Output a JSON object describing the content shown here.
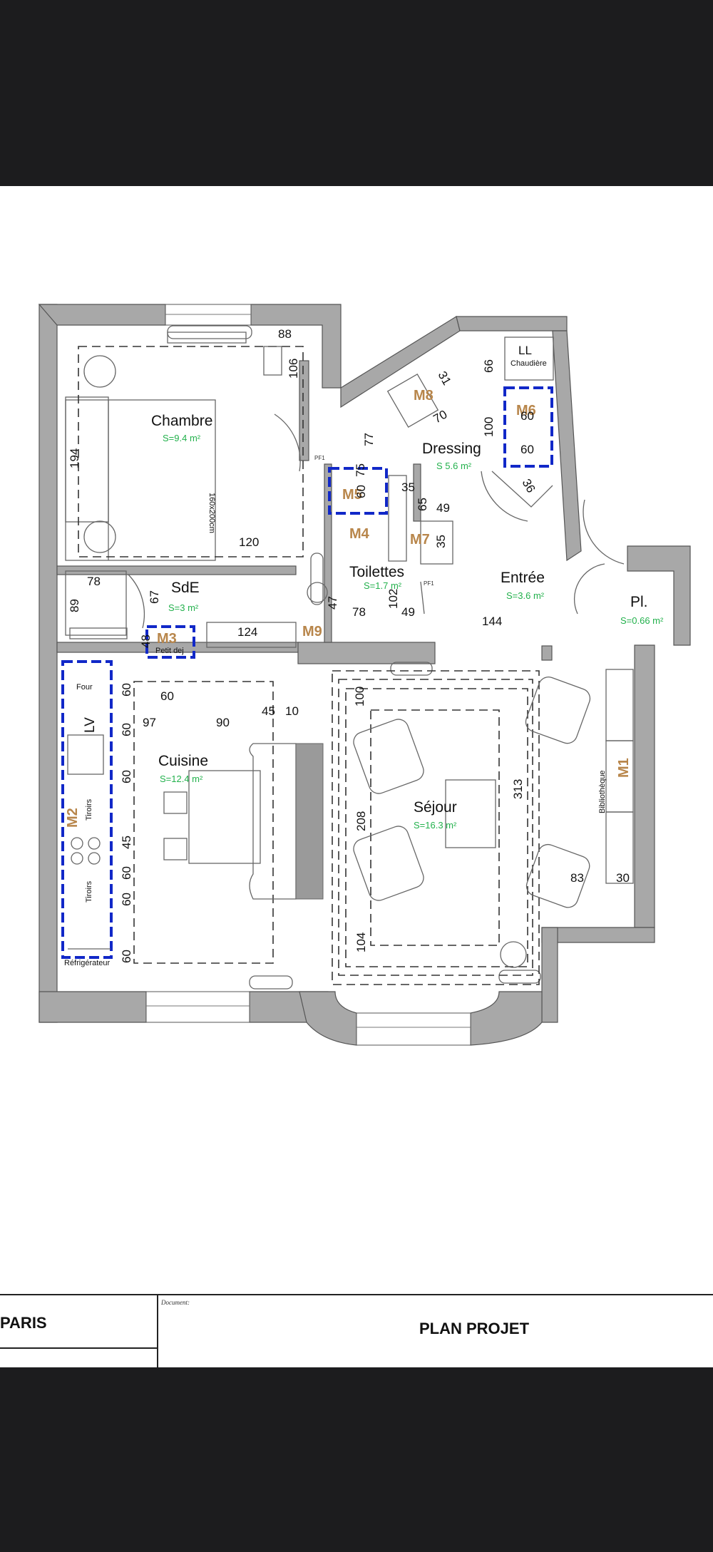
{
  "rooms": {
    "chambre": {
      "name": "Chambre",
      "area": "S=9.4 m²"
    },
    "sde": {
      "name": "SdE",
      "area": "S=3 m²"
    },
    "dressing": {
      "name": "Dressing",
      "area": "S 5.6 m²"
    },
    "toilettes": {
      "name": "Toilettes",
      "area": "S=1.7 m²"
    },
    "entree": {
      "name": "Entrée",
      "area": "S=3.6 m²"
    },
    "placard": {
      "name": "Pl.",
      "area": "S=0.66 m²"
    },
    "cuisine": {
      "name": "Cuisine",
      "area": "S=12.4 m²"
    },
    "sejour": {
      "name": "Séjour",
      "area": "S=16.3 m²"
    }
  },
  "labels": {
    "ll": "LL",
    "chaudiere": "Chaudière",
    "bed_size": "160x200cm",
    "petit_dej": "Petit dej",
    "four": "Four",
    "lv": "LV",
    "tiroirs_1": "Tiroirs",
    "tiroirs_2": "Tiroirs",
    "refrigerateur": "Réfrigérateur",
    "bibliotheque": "Bibliothèque",
    "pf1": "PF1",
    "pf2": "PF1"
  },
  "tags": {
    "m1": "M1",
    "m2": "M2",
    "m3": "M3",
    "m4": "M4",
    "m5": "M5",
    "m6": "M6",
    "m7": "M7",
    "m8": "M8",
    "m9": "M9"
  },
  "dimensions": {
    "d88": "88",
    "d106": "106",
    "d194": "194",
    "d120": "120",
    "d66": "66",
    "d31": "31",
    "d70": "70",
    "d100a": "100",
    "d60a": "60",
    "d60b": "60",
    "d36": "36",
    "d77": "77",
    "d75": "75",
    "d60c": "60",
    "d35a": "35",
    "d65": "65",
    "d49a": "49",
    "d35b": "35",
    "d78a": "78",
    "d67": "67",
    "d89": "89",
    "d124": "124",
    "d48": "48",
    "d47": "47",
    "d78b": "78",
    "d102": "102",
    "d49b": "49",
    "d144": "144",
    "d60d": "60",
    "d60e": "60",
    "d97": "97",
    "d90": "90",
    "d45a": "45",
    "d10": "10",
    "d60f": "60",
    "d60g": "60",
    "d60h": "60",
    "d45b": "45",
    "d60i": "60",
    "d60j": "60",
    "d100b": "100",
    "d208": "208",
    "d104": "104",
    "d313": "313",
    "d83": "83",
    "d30": "30"
  },
  "title_block": {
    "city": "PARIS",
    "document_label": "Document:",
    "title": "PLAN PROJET"
  }
}
